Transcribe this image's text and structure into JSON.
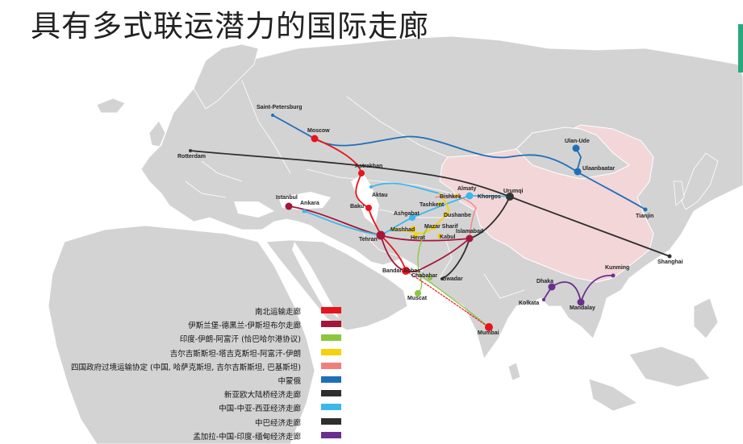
{
  "title": "具有多式联运潜力的国际走廊",
  "colors": {
    "land": "#d3d3d3",
    "sea": "#ffffff",
    "china": "#f2d6d8",
    "border": "#ffffff",
    "accent": "#2aa87e"
  },
  "cities": [
    {
      "name": "Saint-Petersburg",
      "dot": "#1e6fb9"
    },
    {
      "name": "Moscow",
      "dot": "#e8141b"
    },
    {
      "name": "Rotterdam",
      "dot": "#333333"
    },
    {
      "name": "Astrakhan",
      "dot": "#e8141b"
    },
    {
      "name": "Aktau",
      "dot": "#3ab8ee"
    },
    {
      "name": "Istanbul",
      "dot": "#a3173b"
    },
    {
      "name": "Ankara",
      "dot": "#3ab8ee"
    },
    {
      "name": "Baku",
      "dot": "#e8141b"
    },
    {
      "name": "Tehran",
      "dot": "#a3173b"
    },
    {
      "name": "Ashgabat",
      "dot": "#3ab8ee"
    },
    {
      "name": "Mashhad",
      "dot": "#f5d20a"
    },
    {
      "name": "Tashkent",
      "dot": "#f5d20a"
    },
    {
      "name": "Bishkek",
      "dot": "#f5d20a"
    },
    {
      "name": "Almaty",
      "dot": "#3ab8ee"
    },
    {
      "name": "Khorgos",
      "dot": "#3ab8ee"
    },
    {
      "name": "Urumqi",
      "dot": "#333333"
    },
    {
      "name": "Dushanbe",
      "dot": "#f5d20a"
    },
    {
      "name": "Mazar Sharif",
      "dot": "#f5d20a"
    },
    {
      "name": "Herat",
      "dot": "#f5d20a"
    },
    {
      "name": "Kabul",
      "dot": "#f5d20a"
    },
    {
      "name": "Islamabad",
      "dot": "#a3173b"
    },
    {
      "name": "Bandar Abbas",
      "dot": "#e8141b"
    },
    {
      "name": "Chabahar",
      "dot": "#8cc63f"
    },
    {
      "name": "Gwadar",
      "dot": "#333333"
    },
    {
      "name": "Muscat",
      "dot": "#8cc63f"
    },
    {
      "name": "Mumbai",
      "dot": "#e8141b"
    },
    {
      "name": "Ulan-Ude",
      "dot": "#1e6fb9"
    },
    {
      "name": "Ulaanbaatar",
      "dot": "#1e6fb9"
    },
    {
      "name": "Tianjin",
      "dot": "#1e6fb9"
    },
    {
      "name": "Shanghai",
      "dot": "#333333"
    },
    {
      "name": "Kunming",
      "dot": "#6b2f8f"
    },
    {
      "name": "Dhaka",
      "dot": "#6b2f8f"
    },
    {
      "name": "Kolkata",
      "dot": "#6b2f8f"
    },
    {
      "name": "Mandalay",
      "dot": "#6b2f8f"
    }
  ],
  "legend": [
    {
      "label": "南北运输走廊",
      "color": "#e8141b"
    },
    {
      "label": "伊斯兰堡-德黑兰-伊斯坦布尔走廊",
      "color": "#a3173b"
    },
    {
      "label": "印度-伊朗-阿富汗 (恰巴哈尔港协议)",
      "color": "#8cc63f"
    },
    {
      "label": "吉尔吉斯斯坦-塔吉克斯坦-阿富汗-伊朗",
      "color": "#f5d20a"
    },
    {
      "label": "四国政府过境运输协定 (中国, 哈萨克斯坦, 吉尔吉斯斯坦, 巴基斯坦)",
      "color": "#f08080"
    },
    {
      "label": "中蒙俄",
      "color": "#1e6fb9"
    },
    {
      "label": "新亚欧大陆桥经济走廊",
      "color": "#2e2e2e"
    },
    {
      "label": "中国-中亚-西亚经济走廊",
      "color": "#3ab8ee"
    },
    {
      "label": "中巴经济走廊",
      "color": "#2e2e2e"
    },
    {
      "label": "孟加拉-中国-印度-缅甸经济走廊",
      "color": "#6b2f8f"
    }
  ]
}
